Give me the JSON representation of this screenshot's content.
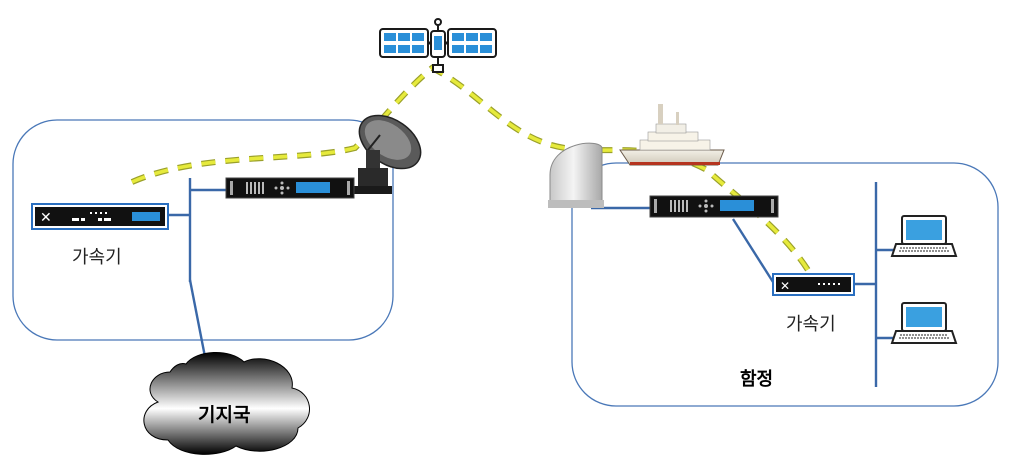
{
  "labels": {
    "accelerator_left": "가속기",
    "accelerator_right": "가속기",
    "vessel": "함정",
    "ground_station": "기지국"
  },
  "colors": {
    "zone_border": "#4a78b8",
    "link_line": "#3a68a8",
    "satellite_link": "#e6ea3c",
    "satellite_link_edge": "#9aa02a",
    "device_body": "#111111",
    "device_screen": "#2a8fd8",
    "accelerator_border": "#2a6fc0",
    "laptop_screen": "#3aa0e0",
    "solar_panel": "#2a8fd8"
  },
  "icons": [
    "satellite-icon",
    "satellite-dish-icon",
    "radome-icon",
    "ship-icon",
    "laptop-icon",
    "cloud-icon",
    "network-device-icon",
    "accelerator-icon"
  ]
}
